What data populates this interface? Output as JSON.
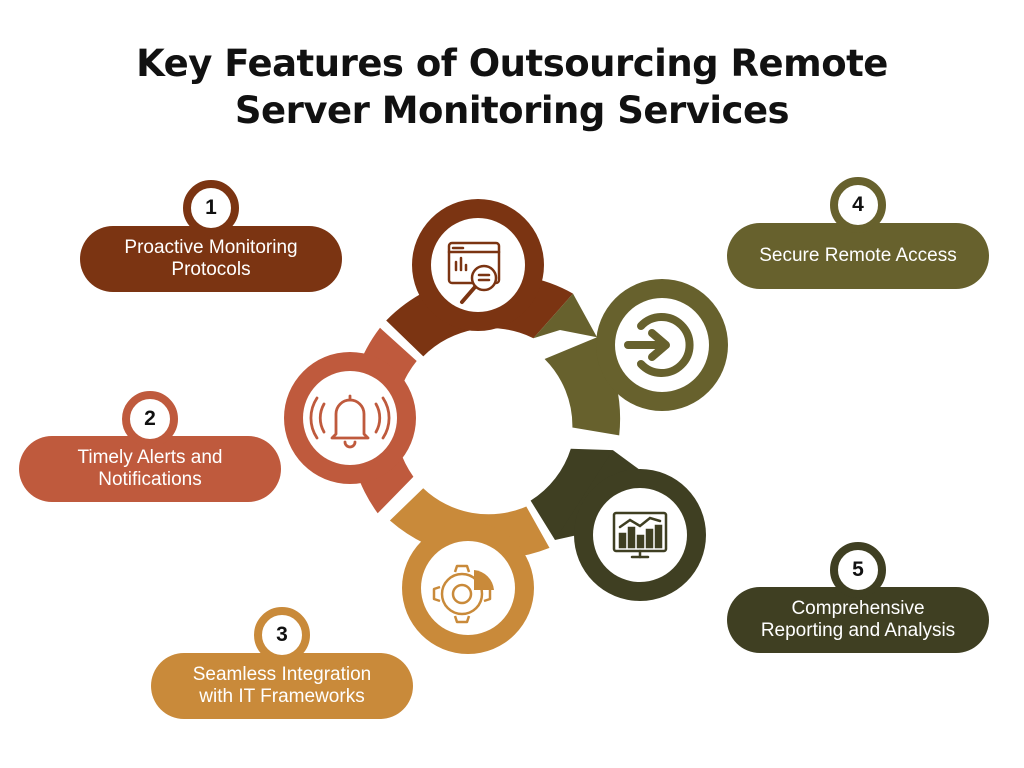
{
  "title": {
    "line1": "Key Features of Outsourcing Remote",
    "line2": "Server Monitoring Services"
  },
  "colors": {
    "feature1": "#7b3412",
    "feature2": "#bf5a3d",
    "feature3": "#c98a3a",
    "feature4": "#67612d",
    "feature5": "#3f3f22"
  },
  "features": [
    {
      "number": "1",
      "line1": "Proactive Monitoring",
      "line2": "Protocols",
      "icon": "analytics-magnifier-icon"
    },
    {
      "number": "2",
      "line1": "Timely Alerts and",
      "line2": "Notifications",
      "icon": "alarm-bell-icon"
    },
    {
      "number": "3",
      "line1": "Seamless Integration",
      "line2": "with IT Frameworks",
      "icon": "gear-pie-icon"
    },
    {
      "number": "4",
      "line1": "Secure Remote Access",
      "line2": "",
      "icon": "login-arrow-icon"
    },
    {
      "number": "5",
      "line1": "Comprehensive",
      "line2": "Reporting and Analysis",
      "icon": "monitor-chart-icon"
    }
  ]
}
